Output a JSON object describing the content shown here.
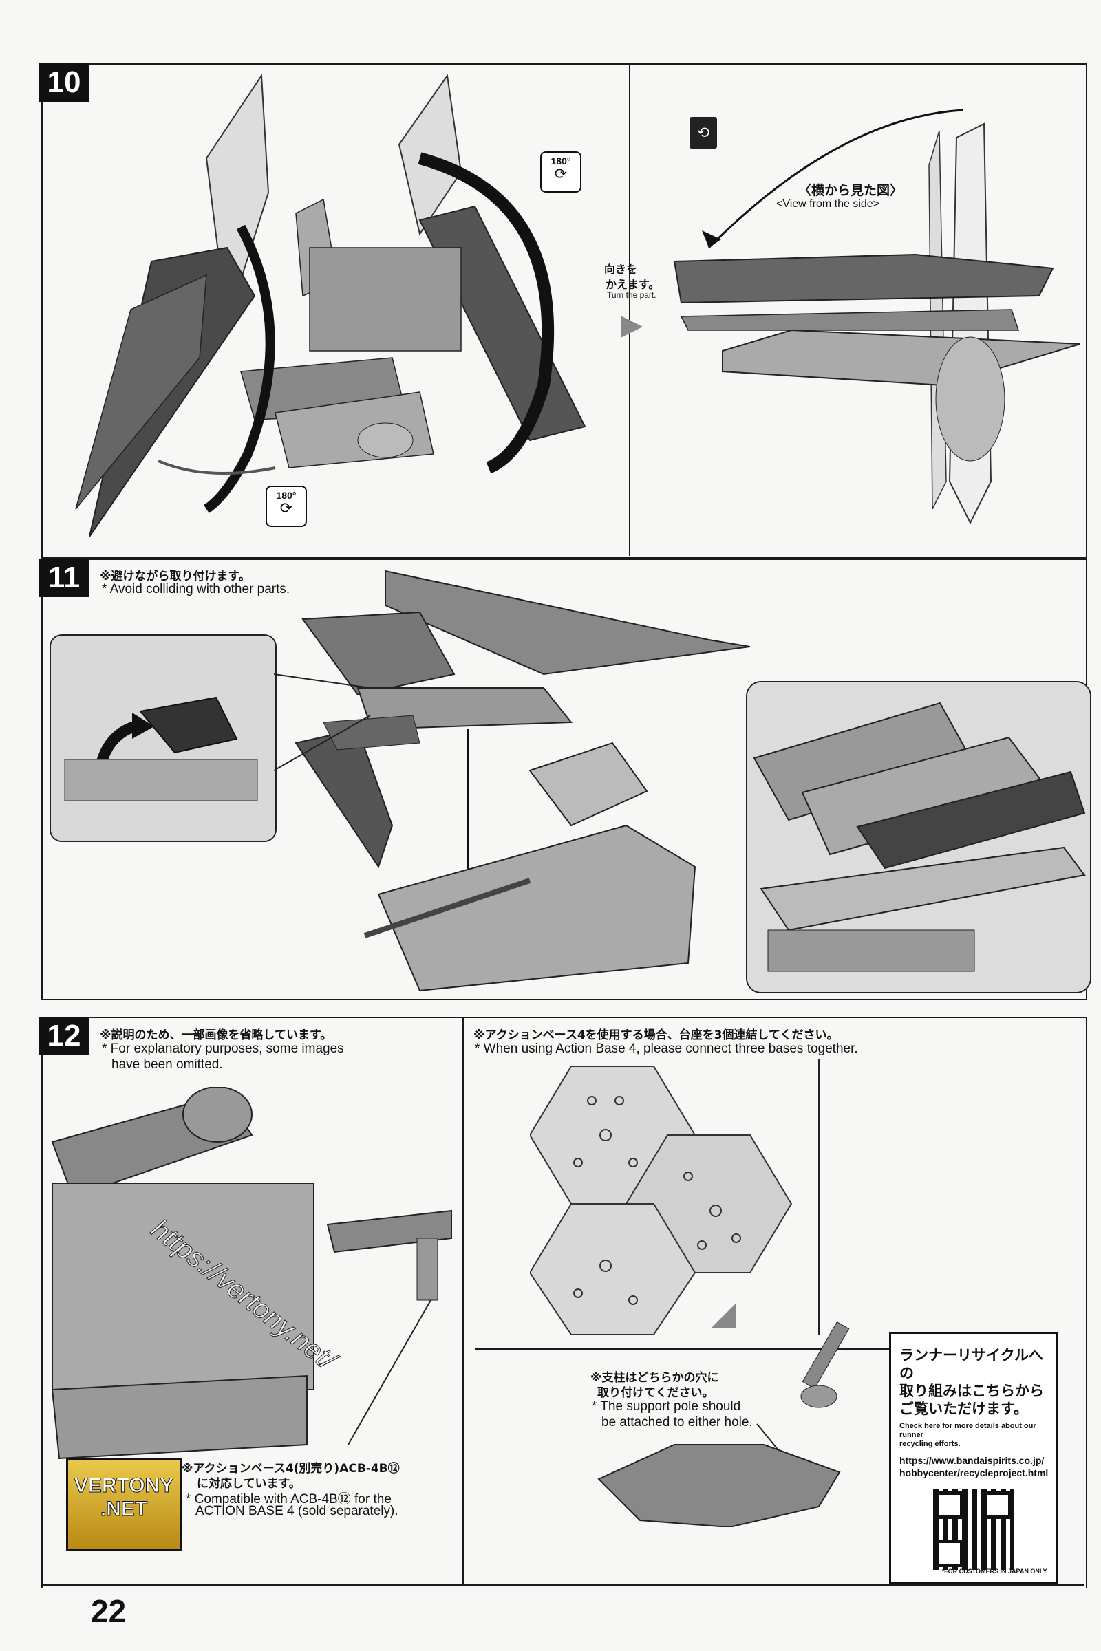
{
  "page_number": "22",
  "steps": [
    {
      "number": "10",
      "side_view_label_jp": "〈横から見た図〉",
      "side_view_label_en": "<View from the side>",
      "turn_jp_line1": "向きを",
      "turn_jp_line2": "かえます。",
      "turn_en": "Turn the part.",
      "rotate_badge": "180°"
    },
    {
      "number": "11",
      "note_jp": "※避けながら取り付けます。",
      "note_en": "* Avoid colliding with other parts."
    },
    {
      "number": "12",
      "note_jp": "※説明のため、一部画像を省略しています。",
      "note_en_line1": "* For explanatory purposes, some images",
      "note_en_line2": "have been omitted.",
      "base_note_jp": "※アクションベース4を使用する場合、台座を3個連結してください。",
      "base_note_en": "* When using Action Base 4, please connect three bases together.",
      "pole_note_jp_line1": "※支柱はどちらかの穴に",
      "pole_note_jp_line2": "取り付けてください。",
      "pole_note_en_line1": "* The support pole should",
      "pole_note_en_line2": "be attached to either hole.",
      "compat_jp_line1": "※アクションベース4(別売り)ACB-4B⑫",
      "compat_jp_line2": "に対応しています。",
      "compat_en_line1": "* Compatible with ACB-4B⑫ for the",
      "compat_en_line2": "ACTION BASE 4 (sold separately)."
    }
  ],
  "recycle": {
    "jp_line1": "ランナーリサイクルへの",
    "jp_line2": "取り組みはこちらから",
    "jp_line3": "ご覧いただけます。",
    "en_line1": "Check here for more details about our runner",
    "en_line2": "recycling efforts.",
    "url_line1": "https://www.bandaispirits.co.jp/",
    "url_line2": "hobbycenter/recycleproject.html",
    "footer": "*FOR CUSTOMERS IN JAPAN ONLY."
  },
  "watermark": {
    "logo_line1": "VERTONY",
    "logo_line2": ".NET",
    "text": "https://vertony.net/"
  }
}
